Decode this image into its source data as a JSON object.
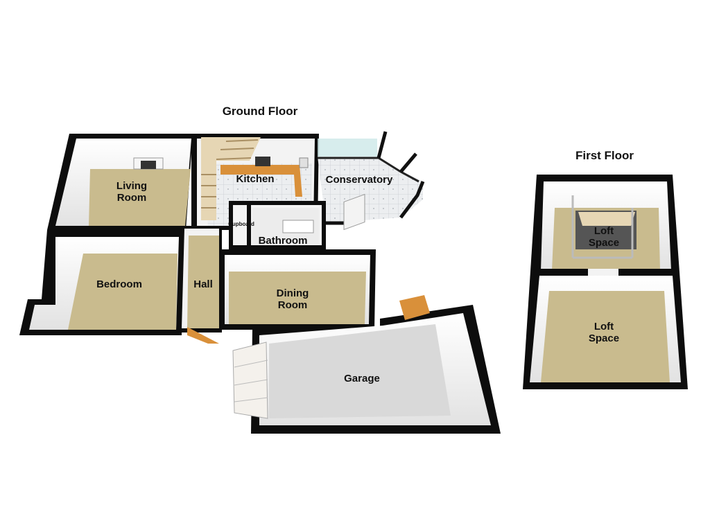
{
  "floors": {
    "ground": {
      "title": "Ground Floor",
      "rooms": {
        "living_room": [
          "Living",
          "Room"
        ],
        "kitchen": "Kitchen",
        "conservatory": "Conservatory",
        "cupboard": "Cupboard",
        "bathroom": "Bathroom",
        "bedroom": "Bedroom",
        "hall": "Hall",
        "dining_room": [
          "Dining",
          "Room"
        ],
        "garage": "Garage"
      }
    },
    "first": {
      "title": "First Floor",
      "rooms": {
        "loft_upper": [
          "Loft",
          "Space"
        ],
        "loft_lower": [
          "Loft",
          "Space"
        ]
      }
    }
  },
  "colors": {
    "wall": "#0d0d0d",
    "carpet": "#c9bb8e",
    "garage_floor": "#d9d9d9",
    "tile": "#e8ebee",
    "worktop": "#d9903a",
    "glass": "#cde9e8",
    "inner_wall": "#f3f3f3"
  }
}
